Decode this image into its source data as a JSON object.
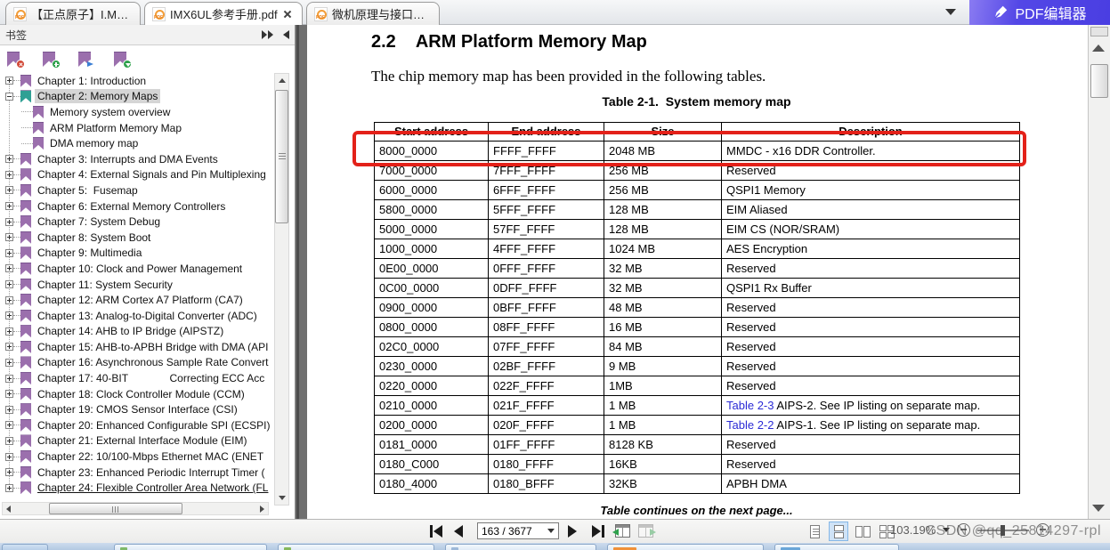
{
  "tabbar": {
    "tabs": [
      {
        "label": "【正点原子】I.MX6..."
      },
      {
        "label": "IMX6UL参考手册.pdf",
        "active": true
      },
      {
        "label": "微机原理与接口技..."
      }
    ],
    "editor_button_label": "PDF编辑器"
  },
  "sidebar": {
    "panel_title": "书签",
    "items": [
      {
        "label": "Chapter 1: Introduction",
        "level": 0,
        "expander": "plus",
        "icon": "purple"
      },
      {
        "label": "Chapter 2: Memory Maps",
        "level": 0,
        "expander": "minus",
        "icon": "teal",
        "selected": true
      },
      {
        "label": "Memory system overview",
        "level": 1,
        "icon": "purple"
      },
      {
        "label": "ARM Platform Memory Map",
        "level": 1,
        "icon": "purple"
      },
      {
        "label": "DMA memory map",
        "level": 1,
        "icon": "purple"
      },
      {
        "label": "Chapter 3: Interrupts and DMA Events",
        "level": 0,
        "expander": "plus",
        "icon": "purple"
      },
      {
        "label": "Chapter 4: External Signals and Pin Multiplexing",
        "level": 0,
        "expander": "plus",
        "icon": "purple"
      },
      {
        "label": "Chapter 5:  Fusemap",
        "level": 0,
        "expander": "plus",
        "icon": "purple"
      },
      {
        "label": "Chapter 6: External Memory Controllers",
        "level": 0,
        "expander": "plus",
        "icon": "purple"
      },
      {
        "label": "Chapter 7: System Debug",
        "level": 0,
        "expander": "plus",
        "icon": "purple"
      },
      {
        "label": "Chapter 8: System Boot",
        "level": 0,
        "expander": "plus",
        "icon": "purple"
      },
      {
        "label": "Chapter 9: Multimedia",
        "level": 0,
        "expander": "plus",
        "icon": "purple"
      },
      {
        "label": "Chapter 10: Clock and Power Management",
        "level": 0,
        "expander": "plus",
        "icon": "purple"
      },
      {
        "label": "Chapter 11: System Security",
        "level": 0,
        "expander": "plus",
        "icon": "purple"
      },
      {
        "label": "Chapter 12: ARM Cortex A7 Platform (CA7)",
        "level": 0,
        "expander": "plus",
        "icon": "purple"
      },
      {
        "label": "Chapter 13: Analog-to-Digital Converter (ADC)",
        "level": 0,
        "expander": "plus",
        "icon": "purple"
      },
      {
        "label": "Chapter 14: AHB to IP Bridge (AIPSTZ)",
        "level": 0,
        "expander": "plus",
        "icon": "purple"
      },
      {
        "label": "Chapter 15: AHB-to-APBH Bridge with DMA (API",
        "level": 0,
        "expander": "plus",
        "icon": "purple"
      },
      {
        "label": "Chapter 16: Asynchronous Sample Rate Convert",
        "level": 0,
        "expander": "plus",
        "icon": "purple"
      },
      {
        "label": "Chapter 17: 40-BIT              Correcting ECC Acc",
        "level": 0,
        "expander": "plus",
        "icon": "purple"
      },
      {
        "label": "Chapter 18: Clock Controller Module (CCM)",
        "level": 0,
        "expander": "plus",
        "icon": "purple"
      },
      {
        "label": "Chapter 19: CMOS Sensor Interface (CSI)",
        "level": 0,
        "expander": "plus",
        "icon": "purple"
      },
      {
        "label": "Chapter 20: Enhanced Configurable SPI (ECSPI)",
        "level": 0,
        "expander": "plus",
        "icon": "purple"
      },
      {
        "label": "Chapter 21: External Interface Module (EIM)",
        "level": 0,
        "expander": "plus",
        "icon": "purple"
      },
      {
        "label": "Chapter 22: 10/100-Mbps Ethernet MAC (ENET",
        "level": 0,
        "expander": "plus",
        "icon": "purple"
      },
      {
        "label": "Chapter 23: Enhanced Periodic Interrupt Timer (",
        "level": 0,
        "expander": "plus",
        "icon": "purple"
      },
      {
        "label": "Chapter 24: Flexible Controller Area Network (FL",
        "level": 0,
        "expander": "plus",
        "icon": "purple",
        "underline": true
      }
    ]
  },
  "document": {
    "section_number": "2.2",
    "section_title": "ARM Platform Memory Map",
    "intro": "The chip memory map has been provided in the following tables.",
    "table_caption": "Table 2-1.  System memory map",
    "table": {
      "columns": [
        "Start address",
        "End address",
        "Size",
        "Description"
      ],
      "rows": [
        {
          "start": "8000_0000",
          "end": "FFFF_FFFF",
          "size": "2048 MB",
          "desc": "MMDC - x16 DDR Controller.",
          "highlight": true
        },
        {
          "start": "7000_0000",
          "end": "7FFF_FFFF",
          "size": "256 MB",
          "desc": "Reserved"
        },
        {
          "start": "6000_0000",
          "end": "6FFF_FFFF",
          "size": "256 MB",
          "desc": "QSPI1 Memory"
        },
        {
          "start": "5800_0000",
          "end": "5FFF_FFFF",
          "size": "128 MB",
          "desc": "EIM Aliased"
        },
        {
          "start": "5000_0000",
          "end": "57FF_FFFF",
          "size": "128 MB",
          "desc": "EIM CS (NOR/SRAM)"
        },
        {
          "start": "1000_0000",
          "end": "4FFF_FFFF",
          "size": "1024 MB",
          "desc": "AES Encryption"
        },
        {
          "start": "0E00_0000",
          "end": "0FFF_FFFF",
          "size": "32 MB",
          "desc": "Reserved"
        },
        {
          "start": "0C00_0000",
          "end": "0DFF_FFFF",
          "size": "32 MB",
          "desc": "QSPI1 Rx Buffer"
        },
        {
          "start": "0900_0000",
          "end": "0BFF_FFFF",
          "size": "48 MB",
          "desc": "Reserved"
        },
        {
          "start": "0800_0000",
          "end": "08FF_FFFF",
          "size": "16 MB",
          "desc": "Reserved"
        },
        {
          "start": "02C0_0000",
          "end": "07FF_FFFF",
          "size": "84 MB",
          "desc": "Reserved"
        },
        {
          "start": "0230_0000",
          "end": "02BF_FFFF",
          "size": "9 MB",
          "desc": "Reserved"
        },
        {
          "start": "0220_0000",
          "end": "022F_FFFF",
          "size": "1MB",
          "desc": "Reserved"
        },
        {
          "start": "0210_0000",
          "end": "021F_FFFF",
          "size": "1 MB",
          "link": "Table 2-3",
          "desc": " AIPS-2. See IP listing on separate map."
        },
        {
          "start": "0200_0000",
          "end": "020F_FFFF",
          "size": "1 MB",
          "link": "Table 2-2",
          "desc": " AIPS-1. See IP listing on separate map."
        },
        {
          "start": "0181_0000",
          "end": "01FF_FFFF",
          "size": "8128 KB",
          "desc": "Reserved"
        },
        {
          "start": "0180_C000",
          "end": "0180_FFFF",
          "size": "16KB",
          "desc": "Reserved"
        },
        {
          "start": "0180_4000",
          "end": "0180_BFFF",
          "size": "32KB",
          "desc": "APBH DMA"
        }
      ]
    },
    "continuation_note": "Table continues on the next page..."
  },
  "bottom_toolbar": {
    "page_indicator": "163 / 3677",
    "zoom_level": "103.19%"
  },
  "watermark": "CSDN @qq_25814297-rpl"
}
